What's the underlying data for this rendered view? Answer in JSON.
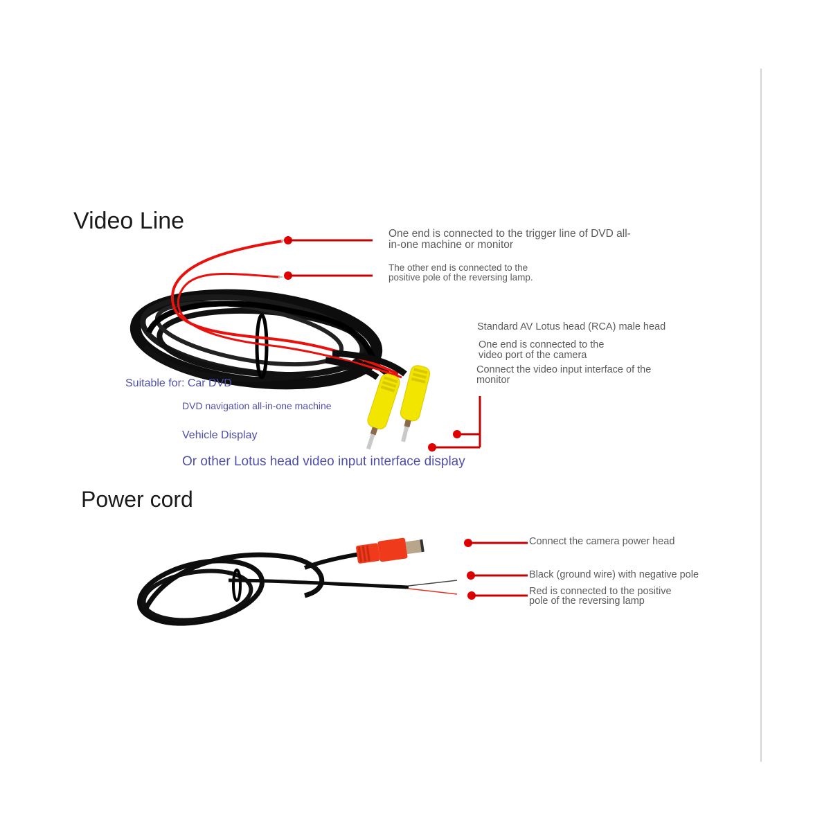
{
  "video_line": {
    "title": "Video Line",
    "callouts": {
      "trigger_line": {
        "line1": "One end is connected to the trigger line of DVD all-",
        "line2": "in-one machine or monitor"
      },
      "reversing_lamp": {
        "line1": "The other end is connected to the",
        "line2": "positive pole of the reversing lamp."
      },
      "rca_head": "Standard AV Lotus head (RCA) male head",
      "camera_port": {
        "line1": "One end is connected to the",
        "line2": "video port of the camera"
      },
      "monitor_input": {
        "line1": "Connect the video input interface of the",
        "line2": "monitor"
      }
    },
    "suitable_for": {
      "heading": "Suitable for: Car DVD",
      "items": [
        "DVD navigation all-in-one machine",
        "Vehicle Display",
        "Or other Lotus head video input interface display"
      ]
    }
  },
  "power_cord": {
    "title": "Power cord",
    "callouts": {
      "power_head": "Connect the camera power head",
      "ground_wire": "Black (ground wire) with negative pole",
      "positive_wire": {
        "line1": "Red is connected to the positive",
        "line2": "pole of the reversing lamp"
      }
    }
  },
  "colors": {
    "callout_red": "#e00000",
    "text_gray": "#5a5a5a",
    "text_blue": "#4f4fa8",
    "rca_yellow": "#f2e600",
    "dc_plug_red": "#f03a1c",
    "cable_black": "#0d0d0d"
  }
}
